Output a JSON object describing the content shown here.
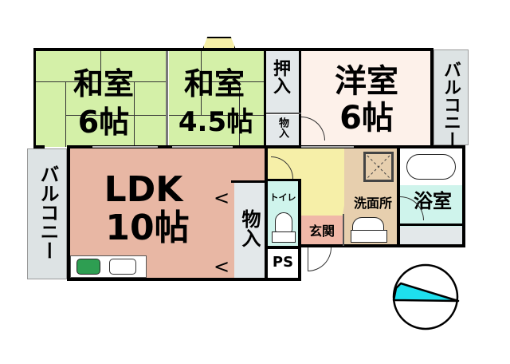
{
  "floorplan": {
    "colors": {
      "tatami": "#d4f0a8",
      "western": "#fdf1ea",
      "ldk": "#e8b7a4",
      "balcony": "#dde3e4",
      "storage": "#e3e8ea",
      "hall": "#f6efa8",
      "genkan": "#f0b8a8",
      "washroom": "#e7cfae",
      "bath": "#cff4ec",
      "toilet": "#cff4ec",
      "compass": "#1ee0ee",
      "kitchen_stove": "#2e9e52",
      "wall": "#000000"
    },
    "rooms": {
      "washitsu6": {
        "name": "和室",
        "size": "6帖"
      },
      "washitsu45": {
        "name": "和室",
        "size": "4.5帖"
      },
      "oshiire": {
        "name": "押入"
      },
      "closet_small": {
        "name": "物入"
      },
      "youshitsu": {
        "name": "洋室",
        "size": "6帖"
      },
      "balcony_east": {
        "name": "バルコニー"
      },
      "balcony_west": {
        "name": "バルコニー"
      },
      "ldk": {
        "name": "LDK",
        "size": "10帖"
      },
      "monoire": {
        "name": "物入"
      },
      "toilet": {
        "name": "トイレ"
      },
      "genkan": {
        "name": "玄関"
      },
      "ps": {
        "name": "PS"
      },
      "senmenjo": {
        "name": "洗面所"
      },
      "yokushitsu": {
        "name": "浴室"
      }
    },
    "compass": {
      "label": "north-arrow"
    }
  }
}
